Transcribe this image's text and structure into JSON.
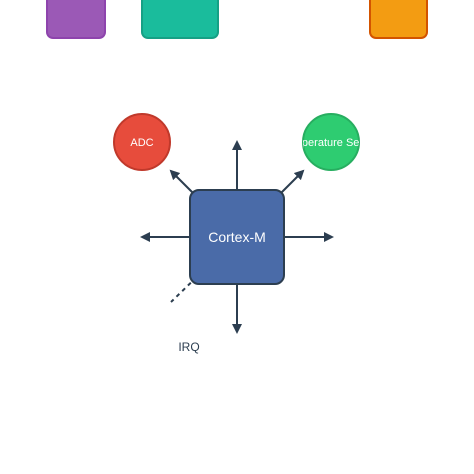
{
  "colors": {
    "background": "#ffffff",
    "core_fill": "#4a6ba8",
    "core_stroke": "#2c3e50",
    "arrow": "#2c3e50",
    "text_dark": "#2c3e50",
    "text_light": "#ffffff",
    "adc_fill": "#e74c3c",
    "adc_stroke": "#c0392b",
    "temp_fill": "#2ecc71",
    "temp_stroke": "#27ae60",
    "block_purple": "#9b59b6",
    "block_purple_stroke": "#8e44ad",
    "block_teal": "#1abc9c",
    "block_teal_stroke": "#16a085",
    "block_orange": "#f39c12",
    "block_orange_stroke": "#d35400"
  },
  "core": {
    "label": "Cortex-M"
  },
  "peripherals": {
    "adc": {
      "label": "ADC"
    },
    "temperature_sensor": {
      "label": "Temperature Sensor"
    }
  },
  "interrupt": {
    "label": "IRQ"
  }
}
